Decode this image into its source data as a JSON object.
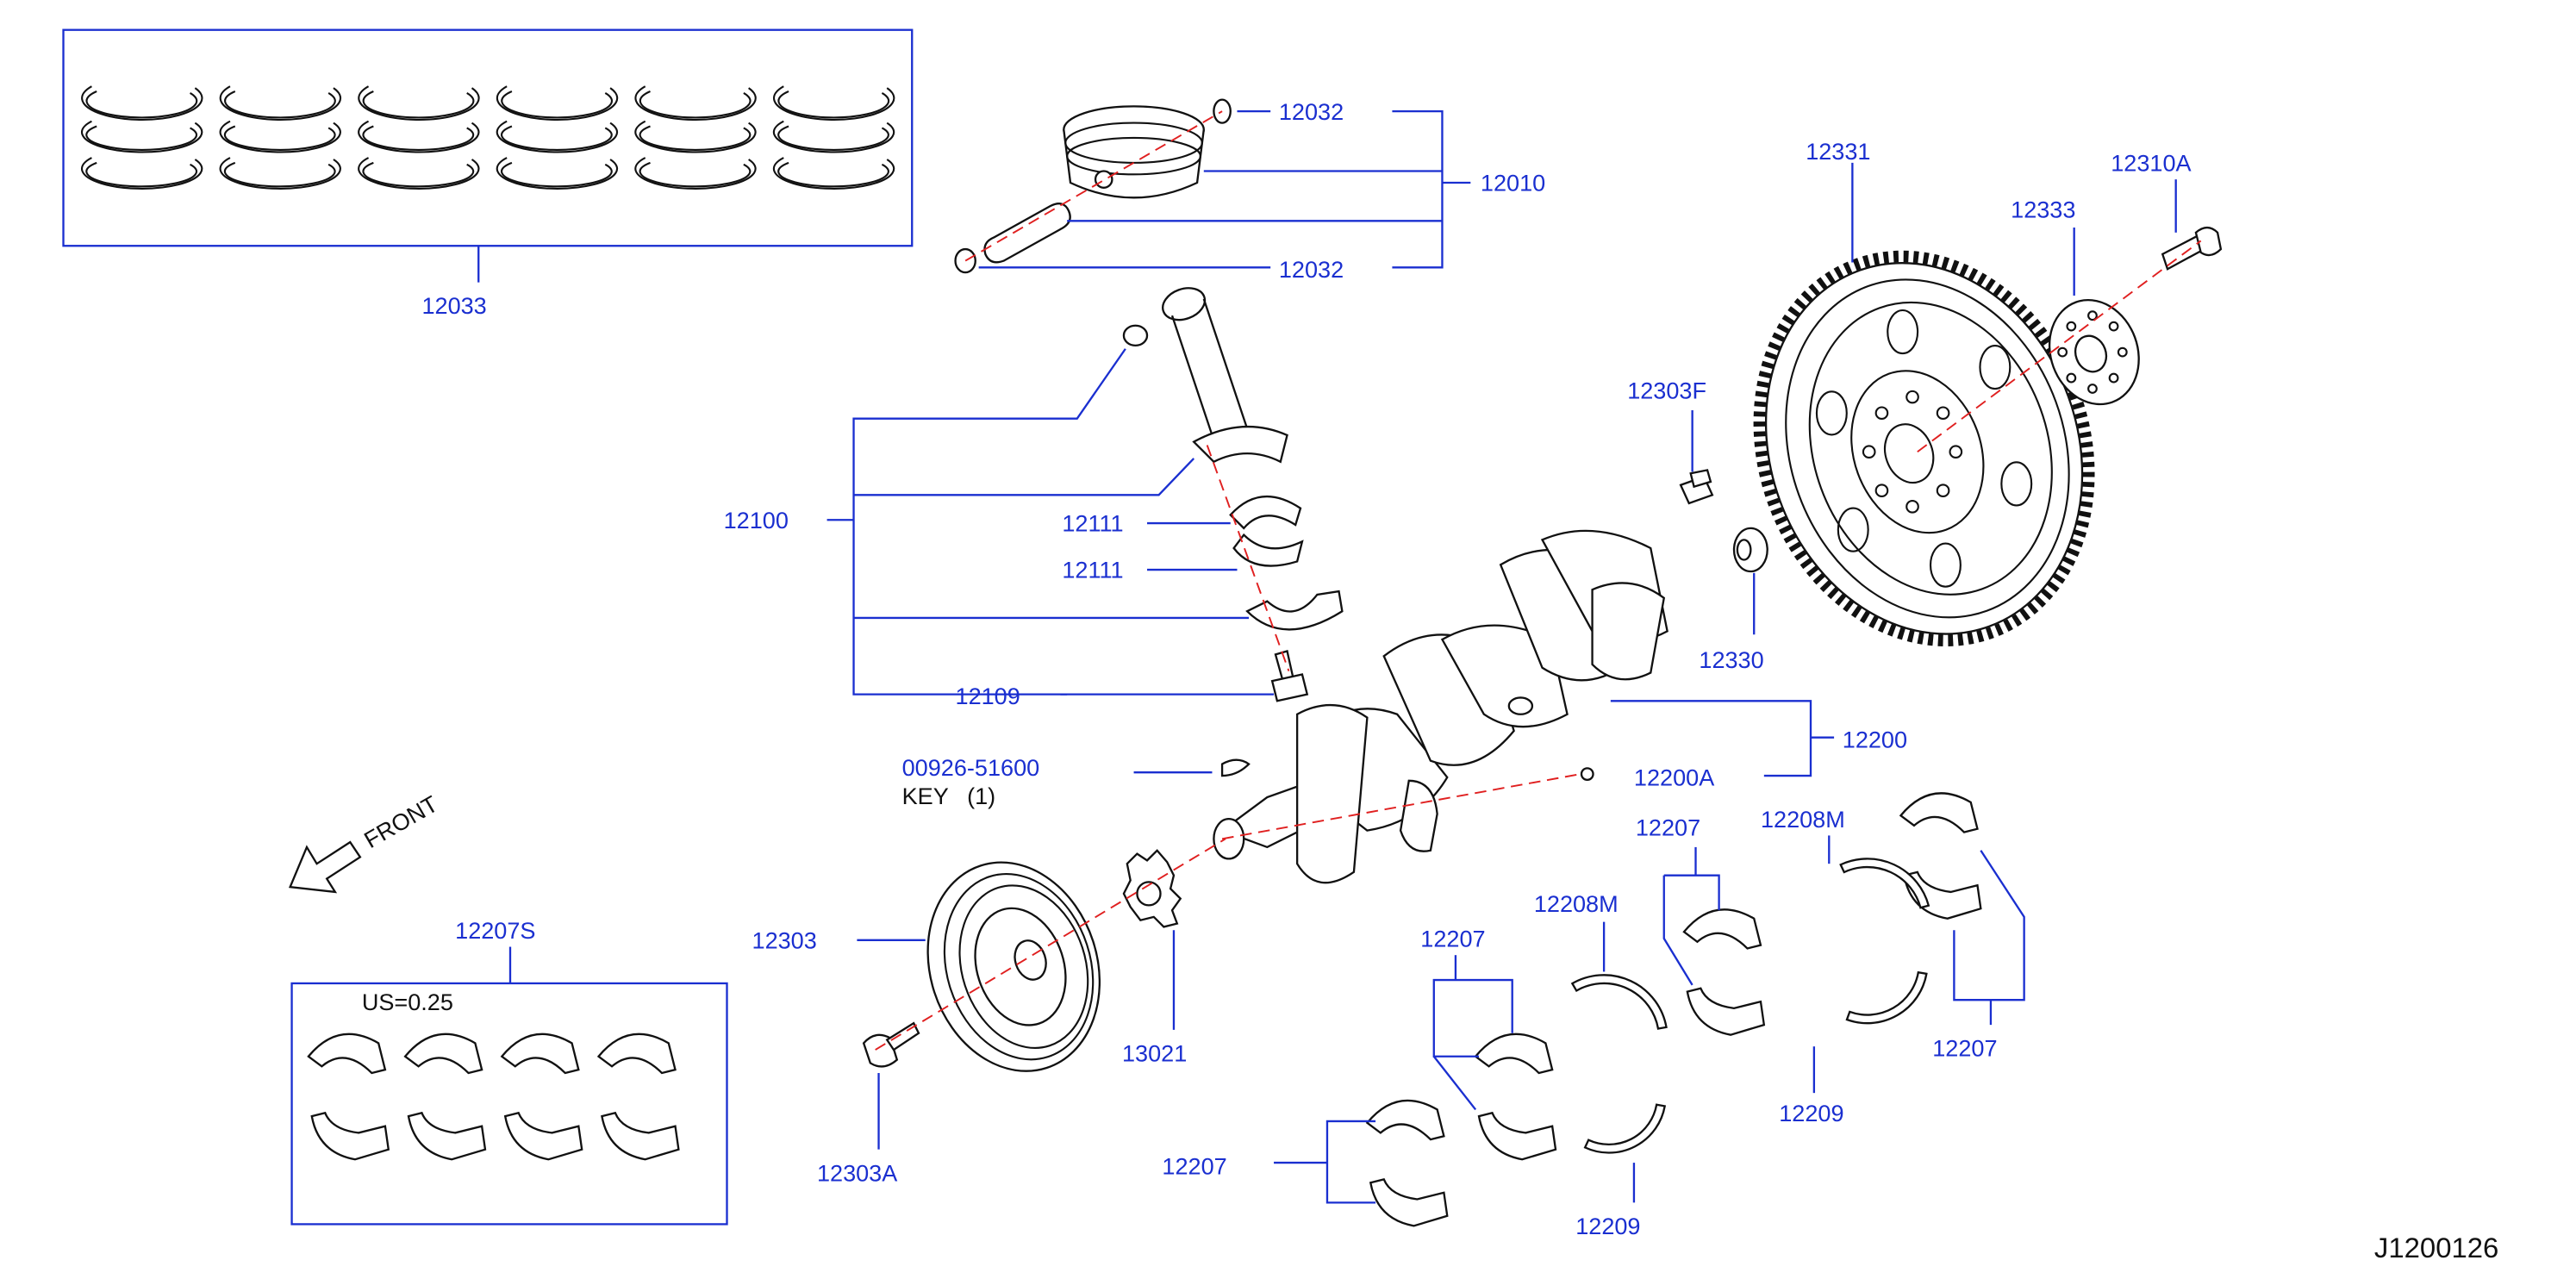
{
  "diagram_ref": "J1200126",
  "front_label": "FRONT",
  "undersize_label": "US=0.25",
  "parts": {
    "p12033": "12033",
    "p12032_top": "12032",
    "p12032_bottom": "12032",
    "p12010": "12010",
    "p12100": "12100",
    "p12111_upper": "12111",
    "p12111_lower": "12111",
    "p12109": "12109",
    "p00926": "00926-51600",
    "key_text": "KEY",
    "key_qty": "(1)",
    "p12303": "12303",
    "p12303A": "12303A",
    "p13021": "13021",
    "p12207S": "12207S",
    "p12331": "12331",
    "p12333": "12333",
    "p12310A": "12310A",
    "p12303F": "12303F",
    "p12330": "12330",
    "p12200": "12200",
    "p12200A": "12200A",
    "p12207_a": "12207",
    "p12207_b": "12207",
    "p12207_c": "12207",
    "p12207_d": "12207",
    "p12208M_a": "12208M",
    "p12208M_b": "12208M",
    "p12209_a": "12209",
    "p12209_b": "12209"
  },
  "colors": {
    "label": "#1a2fd0",
    "part_outline": "#111111",
    "center_line": "#e02020",
    "background": "#ffffff"
  }
}
